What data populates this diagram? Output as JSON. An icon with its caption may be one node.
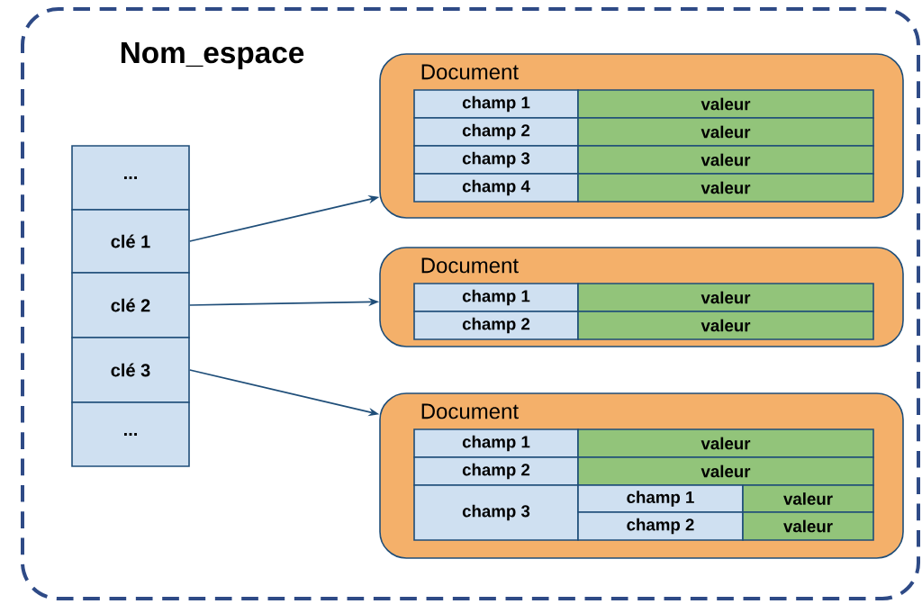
{
  "diagram": {
    "nodes": [
      {
        "text": [
          "Nom_espace"
        ]
      },
      {
        "text": [
          "..."
        ],
        "in": 0
      },
      {
        "text": [
          "clé 1"
        ],
        "in": 0
      },
      {
        "text": [
          "clé 2"
        ],
        "in": 0
      },
      {
        "text": [
          "clé 3"
        ],
        "in": 0
      },
      {
        "text": [
          "..."
        ],
        "in": 0
      },
      {
        "text": [
          "Document"
        ],
        "in": 0
      },
      {
        "text": [
          "champ 1"
        ],
        "in": 6
      },
      {
        "text": [
          "valeur"
        ],
        "in": 6
      },
      {
        "text": [
          "champ 2"
        ],
        "in": 6
      },
      {
        "text": [
          "valeur"
        ],
        "in": 6
      },
      {
        "text": [
          "champ 3"
        ],
        "in": 6
      },
      {
        "text": [
          "valeur"
        ],
        "in": 6
      },
      {
        "text": [
          "champ 4"
        ],
        "in": 6
      },
      {
        "text": [
          "valeur"
        ],
        "in": 6
      },
      {
        "text": [
          "Document"
        ],
        "in": 0
      },
      {
        "text": [
          "champ 1"
        ],
        "in": 15
      },
      {
        "text": [
          "valeur"
        ],
        "in": 15
      },
      {
        "text": [
          "champ 2"
        ],
        "in": 15
      },
      {
        "text": [
          "valeur"
        ],
        "in": 15
      },
      {
        "text": [
          "Document"
        ],
        "in": 0
      },
      {
        "text": [
          "champ 1"
        ],
        "in": 20
      },
      {
        "text": [
          "valeur"
        ],
        "in": 20
      },
      {
        "text": [
          "champ 2"
        ],
        "in": 20
      },
      {
        "text": [
          "valeur"
        ],
        "in": 20
      },
      {
        "text": [
          "champ 3"
        ],
        "in": 20
      },
      {
        "text": [
          "champ 1"
        ],
        "in": 20
      },
      {
        "text": [
          "valeur"
        ],
        "in": 20
      },
      {
        "text": [
          "champ 2"
        ],
        "in": 20
      },
      {
        "text": [
          "valeur"
        ],
        "in": 20
      }
    ],
    "edges": [
      {
        "from": 2,
        "to": 6,
        "arrow": "to"
      },
      {
        "from": 3,
        "to": 15,
        "arrow": "to"
      },
      {
        "from": 4,
        "to": 20,
        "arrow": "to"
      }
    ]
  }
}
